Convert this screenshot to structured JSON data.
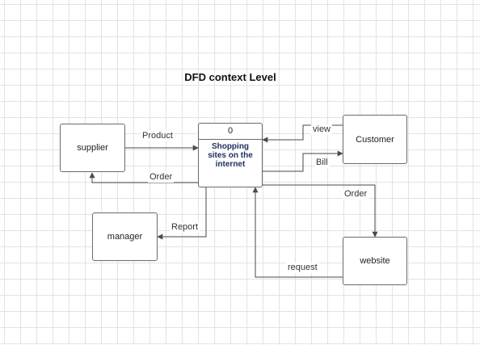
{
  "diagram": {
    "title": "DFD context Level",
    "process": {
      "id": "0",
      "name_lines": [
        "Shopping",
        "sites on the",
        "internet"
      ]
    },
    "entities": {
      "supplier": "supplier",
      "customer": "Customer",
      "manager": "manager",
      "website": "website"
    },
    "flows": {
      "product": "Product",
      "order_to_supplier": "Order",
      "view": "view",
      "bill": "Bill",
      "report": "Report",
      "order_to_website": "Order",
      "request": "request"
    },
    "colors": {
      "line": "#4a4a4a",
      "process_text": "#1f3160",
      "grid": "#e3e3e3"
    }
  }
}
